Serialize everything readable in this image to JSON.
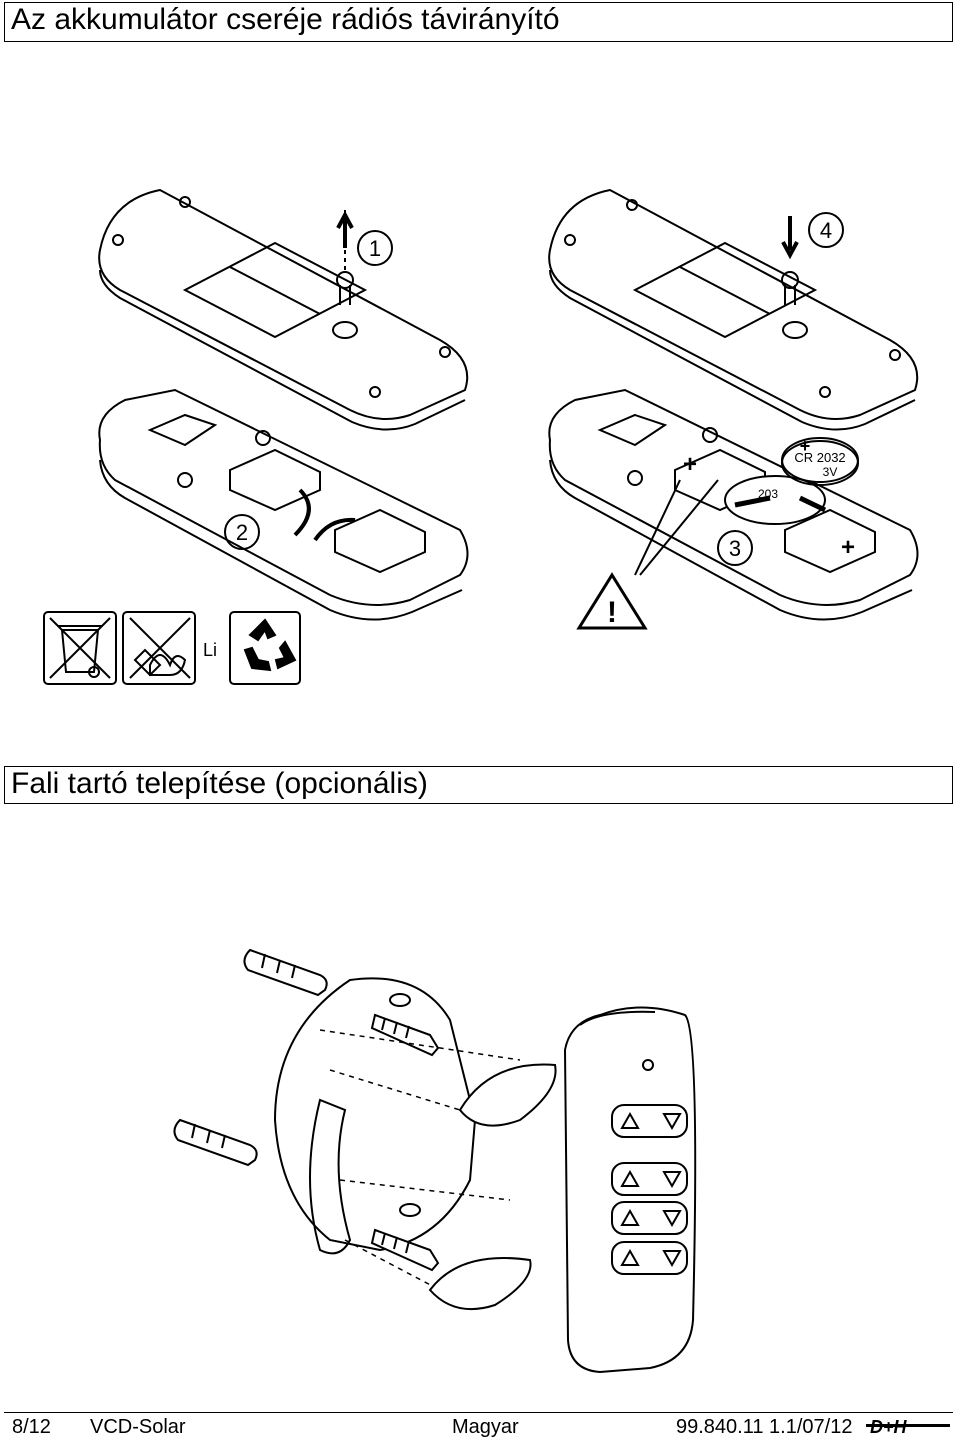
{
  "section1": {
    "title": "Az akkumulátor cseréje rádiós távirányító",
    "steps": [
      "1",
      "2",
      "3",
      "4"
    ],
    "battery_label_main": "CR 2032",
    "battery_label_voltage": "3V",
    "battery_label_small": "203",
    "plus_sign": "+",
    "li_label": "Li",
    "warning_symbol": "!"
  },
  "section2": {
    "title": "Fali tartó telepítése (opcionális)"
  },
  "footer": {
    "page": "8/12",
    "product": "VCD-Solar",
    "language": "Magyar",
    "doc_number": "99.840.11 1.1/07/12",
    "brand": "D+H"
  }
}
